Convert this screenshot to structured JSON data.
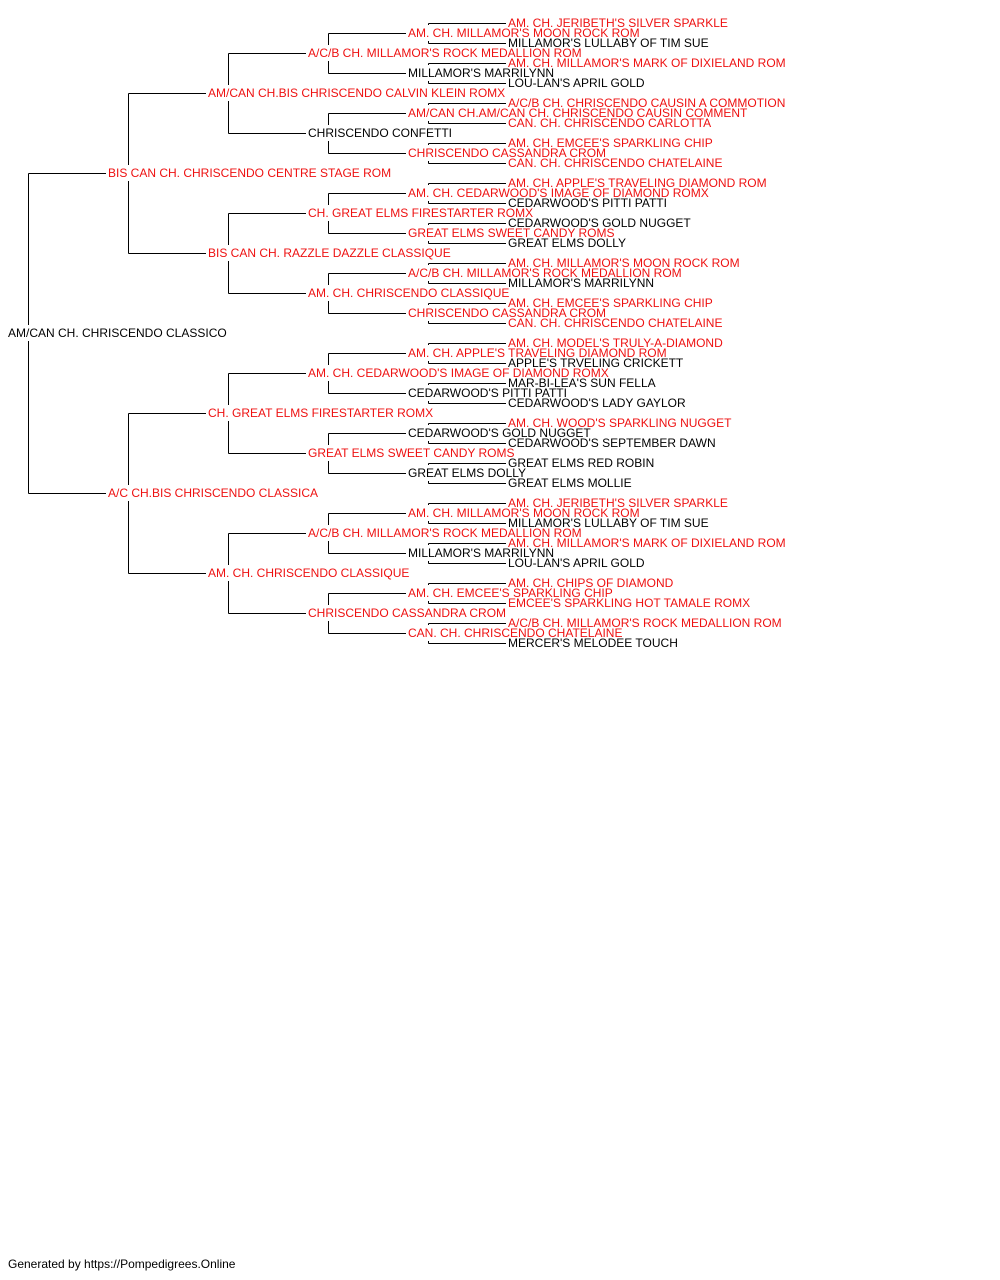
{
  "colors": {
    "champion": "#ee1111",
    "normal": "#000000",
    "line": "#000000"
  },
  "pedigree": {
    "name": "AM/CAN CH. CHRISCENDO CLASSICO",
    "ch": false,
    "sire": {
      "name": "BIS CAN CH. CHRISCENDO CENTRE STAGE ROM",
      "ch": true,
      "sire": {
        "name": "AM/CAN CH.BIS CHRISCENDO CALVIN KLEIN ROMX",
        "ch": true,
        "sire": {
          "name": "A/C/B CH. MILLAMOR'S ROCK MEDALLION ROM",
          "ch": true,
          "sire": {
            "name": "AM. CH. MILLAMOR'S MOON ROCK ROM",
            "ch": true,
            "sire": {
              "name": "AM. CH. JERIBETH'S SILVER SPARKLE",
              "ch": true
            },
            "dam": {
              "name": "MILLAMOR'S LULLABY OF TIM SUE",
              "ch": false
            }
          },
          "dam": {
            "name": "MILLAMOR'S MARRILYNN",
            "ch": false,
            "sire": {
              "name": "AM. CH. MILLAMOR'S MARK OF DIXIELAND ROM",
              "ch": true
            },
            "dam": {
              "name": "LOU-LAN'S APRIL GOLD",
              "ch": false
            }
          }
        },
        "dam": {
          "name": "CHRISCENDO CONFETTI",
          "ch": false,
          "sire": {
            "name": "AM/CAN CH.AM/CAN CH. CHRISCENDO CAUSIN COMMENT",
            "ch": true,
            "sire": {
              "name": "A/C/B CH. CHRISCENDO CAUSIN A COMMOTION",
              "ch": true
            },
            "dam": {
              "name": "CAN. CH. CHRISCENDO CARLOTTA",
              "ch": true
            }
          },
          "dam": {
            "name": "CHRISCENDO CASSANDRA CROM",
            "ch": true,
            "sire": {
              "name": "AM. CH. EMCEE'S SPARKLING CHIP",
              "ch": true
            },
            "dam": {
              "name": "CAN. CH. CHRISCENDO CHATELAINE",
              "ch": true
            }
          }
        }
      },
      "dam": {
        "name": "BIS CAN CH. RAZZLE DAZZLE CLASSIQUE",
        "ch": true,
        "sire": {
          "name": "CH. GREAT ELMS FIRESTARTER ROMX",
          "ch": true,
          "sire": {
            "name": "AM. CH. CEDARWOOD'S IMAGE OF DIAMOND ROMX",
            "ch": true,
            "sire": {
              "name": "AM. CH. APPLE'S TRAVELING DIAMOND ROM",
              "ch": true
            },
            "dam": {
              "name": "CEDARWOOD'S PITTI PATTI",
              "ch": false
            }
          },
          "dam": {
            "name": "GREAT ELMS SWEET CANDY ROMS",
            "ch": true,
            "sire": {
              "name": "CEDARWOOD'S GOLD NUGGET",
              "ch": false
            },
            "dam": {
              "name": "GREAT ELMS DOLLY",
              "ch": false
            }
          }
        },
        "dam": {
          "name": "AM. CH. CHRISCENDO CLASSIQUE",
          "ch": true,
          "sire": {
            "name": "A/C/B CH. MILLAMOR'S ROCK MEDALLION ROM",
            "ch": true,
            "sire": {
              "name": "AM. CH. MILLAMOR'S MOON ROCK ROM",
              "ch": true
            },
            "dam": {
              "name": "MILLAMOR'S MARRILYNN",
              "ch": false
            }
          },
          "dam": {
            "name": "CHRISCENDO CASSANDRA CROM",
            "ch": true,
            "sire": {
              "name": "AM. CH. EMCEE'S SPARKLING CHIP",
              "ch": true
            },
            "dam": {
              "name": "CAN. CH. CHRISCENDO CHATELAINE",
              "ch": true
            }
          }
        }
      }
    },
    "dam": {
      "name": "A/C CH.BIS CHRISCENDO CLASSICA",
      "ch": true,
      "sire": {
        "name": "CH. GREAT ELMS FIRESTARTER ROMX",
        "ch": true,
        "sire": {
          "name": "AM. CH. CEDARWOOD'S IMAGE OF DIAMOND ROMX",
          "ch": true,
          "sire": {
            "name": "AM. CH. APPLE'S TRAVELING DIAMOND ROM",
            "ch": true,
            "sire": {
              "name": "AM. CH. MODEL'S TRULY-A-DIAMOND",
              "ch": true
            },
            "dam": {
              "name": "APPLE'S TRVELING CRICKETT",
              "ch": false
            }
          },
          "dam": {
            "name": "CEDARWOOD'S PITTI PATTI",
            "ch": false,
            "sire": {
              "name": "MAR-BI-LEA'S SUN FELLA",
              "ch": false
            },
            "dam": {
              "name": "CEDARWOOD'S LADY GAYLOR",
              "ch": false
            }
          }
        },
        "dam": {
          "name": "GREAT ELMS SWEET CANDY ROMS",
          "ch": true,
          "sire": {
            "name": "CEDARWOOD'S GOLD NUGGET",
            "ch": false,
            "sire": {
              "name": "AM. CH. WOOD'S SPARKLING NUGGET",
              "ch": true
            },
            "dam": {
              "name": "CEDARWOOD'S SEPTEMBER DAWN",
              "ch": false
            }
          },
          "dam": {
            "name": "GREAT ELMS DOLLY",
            "ch": false,
            "sire": {
              "name": "GREAT ELMS RED ROBIN",
              "ch": false
            },
            "dam": {
              "name": "GREAT ELMS MOLLIE",
              "ch": false
            }
          }
        }
      },
      "dam": {
        "name": "AM. CH. CHRISCENDO CLASSIQUE",
        "ch": true,
        "sire": {
          "name": "A/C/B CH. MILLAMOR'S ROCK MEDALLION ROM",
          "ch": true,
          "sire": {
            "name": "AM. CH. MILLAMOR'S MOON ROCK ROM",
            "ch": true,
            "sire": {
              "name": "AM. CH. JERIBETH'S SILVER SPARKLE",
              "ch": true
            },
            "dam": {
              "name": "MILLAMOR'S LULLABY OF TIM SUE",
              "ch": false
            }
          },
          "dam": {
            "name": "MILLAMOR'S MARRILYNN",
            "ch": false,
            "sire": {
              "name": "AM. CH. MILLAMOR'S MARK OF DIXIELAND ROM",
              "ch": true
            },
            "dam": {
              "name": "LOU-LAN'S APRIL GOLD",
              "ch": false
            }
          }
        },
        "dam": {
          "name": "CHRISCENDO CASSANDRA CROM",
          "ch": true,
          "sire": {
            "name": "AM. CH. EMCEE'S SPARKLING CHIP",
            "ch": true,
            "sire": {
              "name": "AM. CH. CHIPS OF DIAMOND",
              "ch": true
            },
            "dam": {
              "name": "EMCEE'S SPARKLING HOT TAMALE ROMX",
              "ch": true
            }
          },
          "dam": {
            "name": "CAN. CH. CHRISCENDO CHATELAINE",
            "ch": true,
            "sire": {
              "name": "A/C/B CH. MILLAMOR'S ROCK MEDALLION ROM",
              "ch": true
            },
            "dam": {
              "name": "MERCER'S MELODEE TOUCH",
              "ch": false
            }
          }
        }
      }
    }
  },
  "footer": "Generated by https://Pompedigrees.Online"
}
